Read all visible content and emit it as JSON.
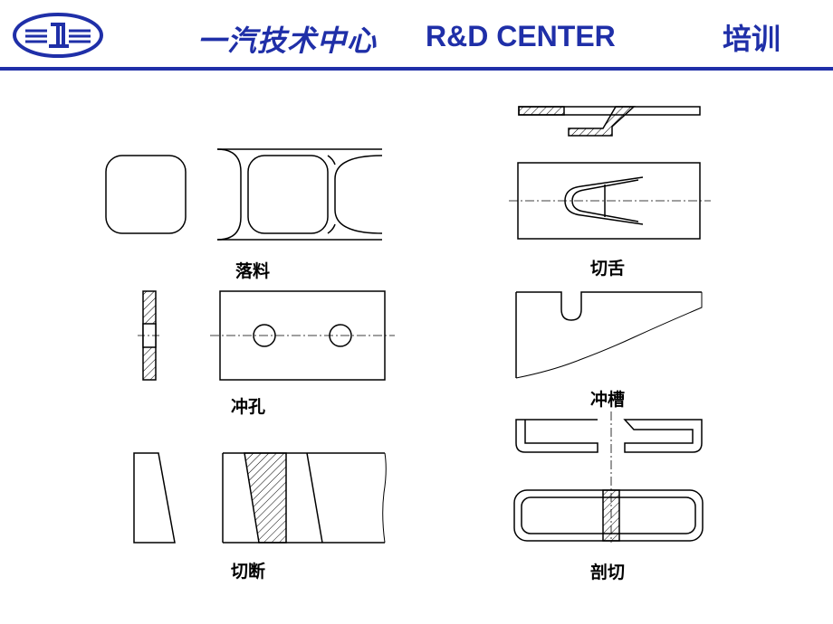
{
  "header": {
    "title_cn": "一汽技术中心",
    "title_en": "R&D CENTER",
    "title_right": "培训"
  },
  "captions": {
    "blanking": "落料",
    "punching": "冲孔",
    "cutting_off": "切断",
    "lancing": "切舌",
    "notching": "冲槽",
    "parting": "剖切"
  },
  "colors": {
    "brand_blue": "#1f2fa8"
  }
}
